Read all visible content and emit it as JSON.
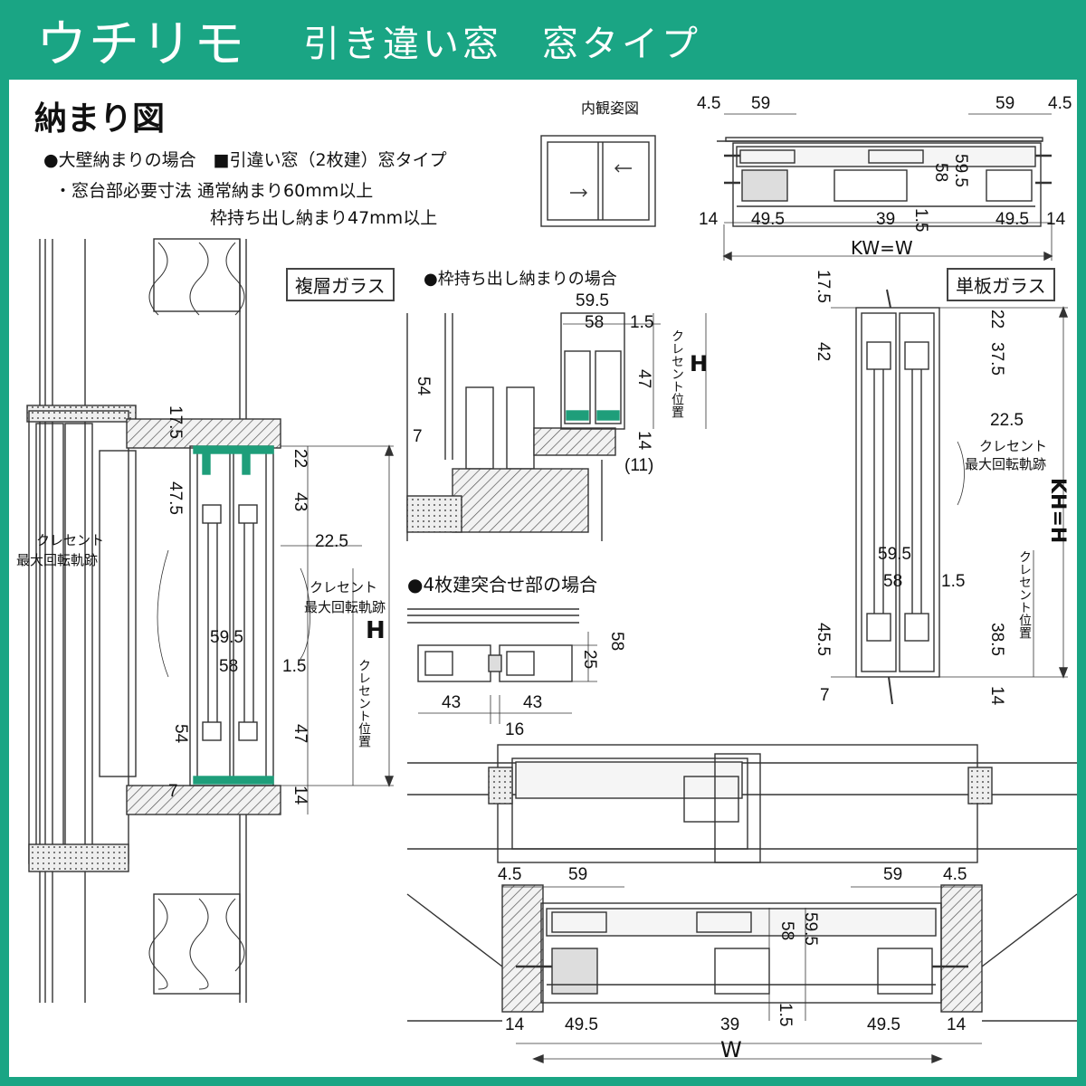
{
  "header": {
    "brand": "ウチリモ",
    "subtitle": "引き違い窓　窓タイプ"
  },
  "section_title": "納まり図",
  "notes": {
    "line1": "●大壁納まりの場合　■引違い窓（2枚建）窓タイプ",
    "line2": "・窓台部必要寸法 通常納まり60mm以上",
    "line3": "枠持ち出し納まり47mm以上"
  },
  "interior_view_label": "内観姿図",
  "glass_labels": {
    "double": "複層ガラス",
    "single": "単板ガラス"
  },
  "sub_headings": {
    "frame_out": "●枠持ち出し納まりの場合",
    "four_panel": "●4枚建突合せ部の場合"
  },
  "crescent": {
    "path_l1": "クレセント",
    "path_l2": "最大回転軌跡",
    "position": "クレセント位置"
  },
  "symbols": {
    "H": "H",
    "W": "W",
    "KW": "KW=W",
    "KH": "KH=H"
  },
  "dims_top_plan": {
    "a": "4.5",
    "b": "59",
    "c": "59",
    "d": "4.5",
    "e": "58",
    "f": "59.5",
    "g": "14",
    "h": "49.5",
    "i": "39",
    "j": "1.5",
    "k": "49.5",
    "l": "14"
  },
  "dims_main_section": {
    "a": "17.5",
    "b": "22",
    "c": "47.5",
    "d": "43",
    "e": "22.5",
    "f": "59.5",
    "g": "58",
    "h": "1.5",
    "i": "54",
    "j": "47",
    "k": "7",
    "l": "14"
  },
  "dims_frame_out": {
    "a": "59.5",
    "b": "58",
    "c": "1.5",
    "d": "54",
    "e": "47",
    "f": "7",
    "g": "14",
    "h": "(11)"
  },
  "dims_four_panel": {
    "a": "25",
    "b": "58",
    "c": "43",
    "d": "43",
    "e": "16"
  },
  "dims_single": {
    "a": "17.5",
    "b": "22",
    "c": "42",
    "d": "37.5",
    "e": "22.5",
    "f": "59.5",
    "g": "58",
    "h": "1.5",
    "i": "45.5",
    "j": "38.5",
    "k": "7",
    "l": "14"
  },
  "dims_bottom_plan": {
    "a": "4.5",
    "b": "59",
    "c": "59",
    "d": "4.5",
    "e": "58",
    "f": "59.5",
    "g": "14",
    "h": "49.5",
    "i": "39",
    "j": "1.5",
    "k": "49.5",
    "l": "14"
  },
  "colors": {
    "brand": "#1aa584",
    "accent_green": "#1e9e7a",
    "line": "#333333",
    "hatch_fill": "#d9d9d9"
  }
}
